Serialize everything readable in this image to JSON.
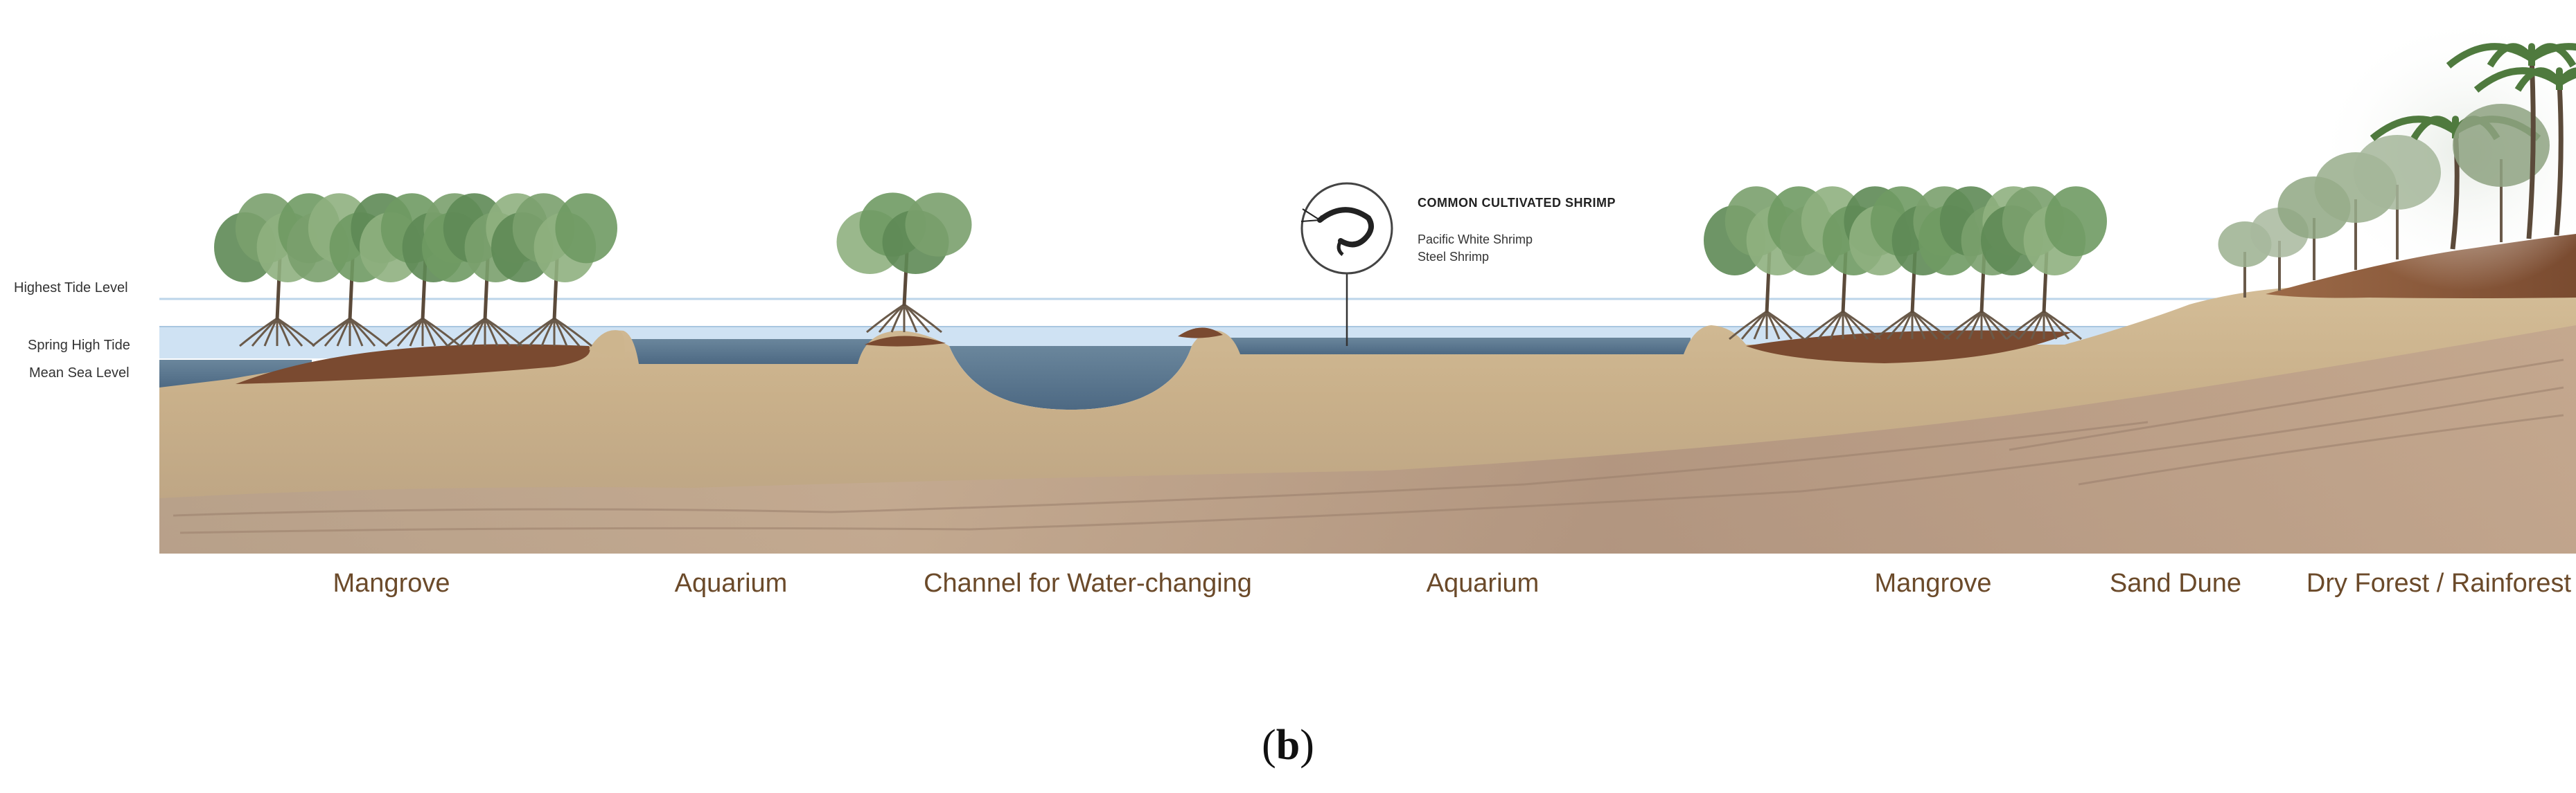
{
  "tide_levels": {
    "highest": "Highest Tide Level",
    "spring": "Spring High Tide",
    "mean": "Mean Sea Level"
  },
  "callout": {
    "title": "COMMON CULTIVATED SHRIMP",
    "items": [
      "Pacific White Shrimp",
      "Steel Shrimp"
    ],
    "icon": "shrimp-icon"
  },
  "zones": [
    "Mangrove",
    "Aquarium",
    "Channel for Water-changing",
    "Aquarium",
    "Mangrove",
    "Sand Dune",
    "Dry Forest / Rainforest"
  ],
  "caption": {
    "open": "(",
    "letter": "b",
    "close": ")"
  },
  "colors": {
    "sand": "#cdb58e",
    "rock": "#b39a84",
    "water": "#5c7891",
    "spring_band": "#cfe2f3",
    "mud": "#7a4a30",
    "tree": "#6f9a63",
    "label_brown": "#6b4a2a"
  }
}
